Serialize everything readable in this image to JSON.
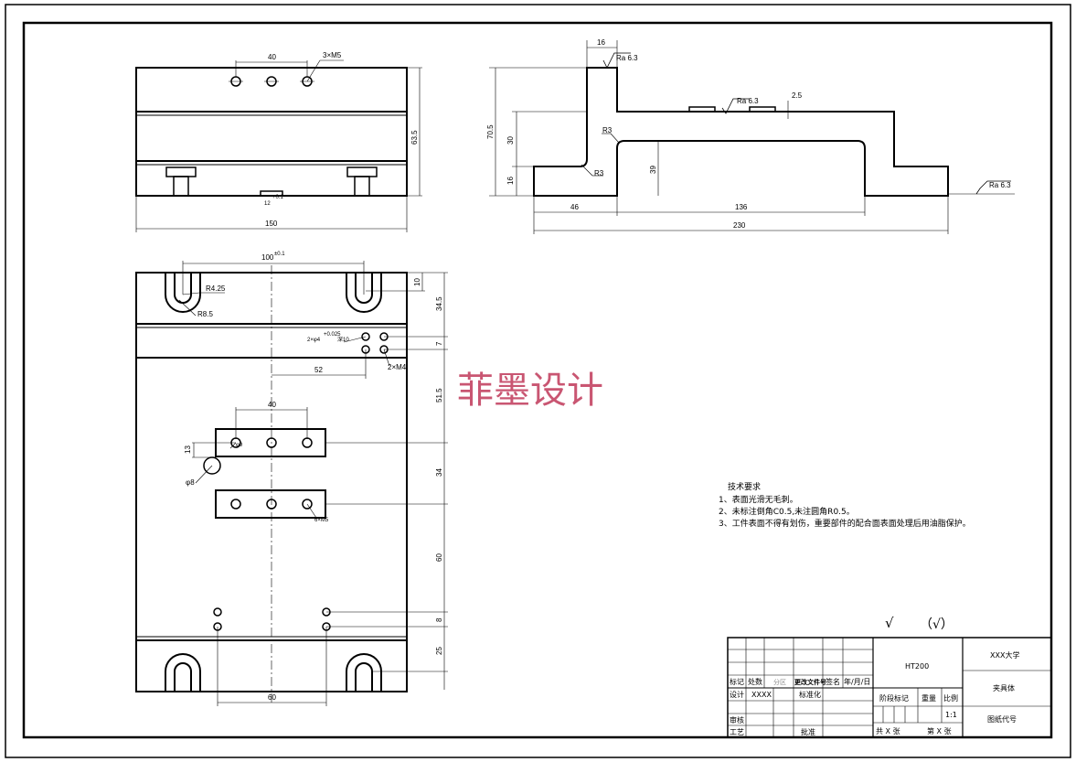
{
  "watermark": "菲墨设计",
  "top_view": {
    "dim_holes_spacing": "40",
    "dim_holes_label": "3×M5",
    "dim_height": "63.5",
    "dim_width": "150",
    "dim_slot": "12",
    "dim_slot_tol": "+0.1"
  },
  "side_view": {
    "dim_top_width": "16",
    "rough_top": "Ra 6.3",
    "rough_mid": "Ra 6.3",
    "rough_right": "Ra 6.3",
    "dim_step": "2.5",
    "dim_total_h": "70.5",
    "dim_h30": "30",
    "dim_h16": "16",
    "r3_a": "R3",
    "r3_b": "R3",
    "dim_h39": "39",
    "dim_46": "46",
    "dim_136": "136",
    "dim_230": "230"
  },
  "plan_view": {
    "dim_100": "100",
    "dim_100_tol": "±0.1",
    "dim_10": "10",
    "r425": "R4.25",
    "r85": "R8.5",
    "dim_345": "34.5",
    "holes_label": "2×φ4",
    "holes_tol": "+0.025",
    "holes_depth": "深10",
    "dim_7": "7",
    "dim_m4": "2×M4",
    "dim_52": "52",
    "dim_515": "51.5",
    "dim_40": "40",
    "dim_13": "13",
    "phi9": "φ9",
    "phi8": "φ8",
    "dim_34": "34",
    "m5": "6×M5",
    "dim_60v": "60",
    "dim_8": "8",
    "dim_25": "25",
    "dim_60h": "60"
  },
  "notes": {
    "title": "技术要求",
    "items": [
      "1、表面光滑无毛刺。",
      "2、未标注倒角C0.5,未注圆角R0.5。",
      "3、工件表面不得有划伤，重要部件的配合面表面处理后用油脂保护。"
    ]
  },
  "symbols": {
    "check": "√",
    "check_paren": "（√）"
  },
  "title_block": {
    "material": "HT200",
    "school": "XXX大学",
    "part_name": "夹具体",
    "drawing_no": "图纸代号",
    "h_mark": "标记",
    "h_count": "处数",
    "h_zone": "分区",
    "h_docno": "更改文件号",
    "h_sign": "签名",
    "h_date": "年/月/日",
    "design": "设计",
    "designer": "XXXX",
    "standard": "标准化",
    "stage": "阶段标记",
    "weight": "重量",
    "scale": "比例",
    "scale_val": "1:1",
    "review": "审核",
    "process": "工艺",
    "approve": "批准",
    "total": "共 X 张",
    "sheet": "第 X 张"
  }
}
